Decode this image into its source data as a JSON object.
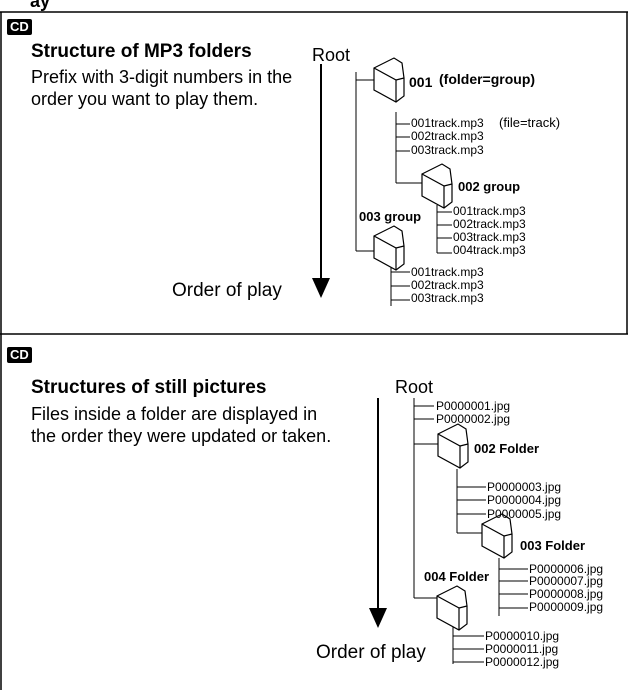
{
  "top_strip_text": "ay",
  "mp3": {
    "badge": "CD",
    "title": "Structure of MP3 folders",
    "description": "Prefix with 3-digit numbers in the order you want to play them.",
    "root": "Root",
    "order_label": "Order of play",
    "folder1_label": "001",
    "folder1_note": "(folder=group)",
    "folder1_files": [
      "001track.mp3",
      "002track.mp3",
      "003track.mp3"
    ],
    "file_note": "(file=track)",
    "folder2_label": "002 group",
    "folder2_files": [
      "001track.mp3",
      "002track.mp3",
      "003track.mp3",
      "004track.mp3"
    ],
    "folder3_label": "003 group",
    "folder3_files": [
      "001track.mp3",
      "002track.mp3",
      "003track.mp3"
    ]
  },
  "still": {
    "badge": "CD",
    "title": "Structures of still pictures",
    "description": "Files inside a folder are displayed in the order they were updated or taken.",
    "root": "Root",
    "order_label": "Order of play",
    "root_files": [
      "P0000001.jpg",
      "P0000002.jpg"
    ],
    "folder2_label": "002 Folder",
    "folder2_files": [
      "P0000003.jpg",
      "P0000004.jpg",
      "P0000005.jpg"
    ],
    "folder3_label": "003 Folder",
    "folder3_files": [
      "P0000006.jpg",
      "P0000007.jpg",
      "P0000008.jpg",
      "P0000009.jpg"
    ],
    "folder4_label": "004 Folder",
    "folder4_files": [
      "P0000010.jpg",
      "P0000011.jpg",
      "P0000012.jpg"
    ]
  }
}
